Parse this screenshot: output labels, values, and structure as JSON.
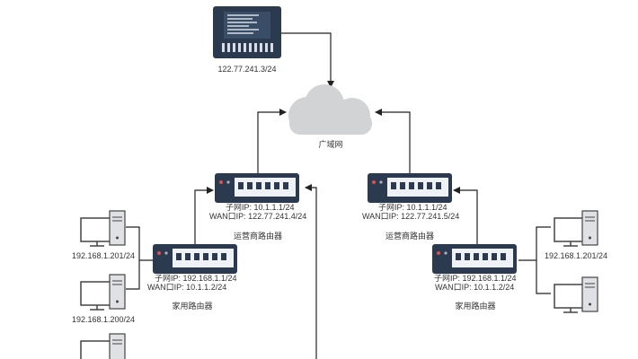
{
  "server": {
    "ip": "122.77.241.3/24",
    "icon": "server-icon"
  },
  "wan": {
    "label": "广域网",
    "icon": "cloud-icon"
  },
  "isp_routers": [
    {
      "subnet_ip": "子网IP:  10.1.1.1/24",
      "wan_ip": "WAN口IP:  122.77.241.4/24",
      "name": "运营商路由器"
    },
    {
      "subnet_ip": "子网IP:  10.1.1.1/24",
      "wan_ip": "WAN口IP:  122.77.241.5/24",
      "name": "运营商路由器"
    }
  ],
  "home_routers": [
    {
      "subnet_ip": "子网IP:  192.168.1.1/24",
      "wan_ip": "WAN口IP:  10.1.1.2/24",
      "name": "家用路由器"
    },
    {
      "subnet_ip": "子网IP:  192.168.1.1/24",
      "wan_ip": "WAN口IP:  10.1.1.2/24",
      "name": "家用路由器"
    }
  ],
  "hosts_left": [
    "192.168.1.201/24",
    "192.168.1.200/24"
  ],
  "hosts_right": [
    "192.168.1.201/24"
  ]
}
